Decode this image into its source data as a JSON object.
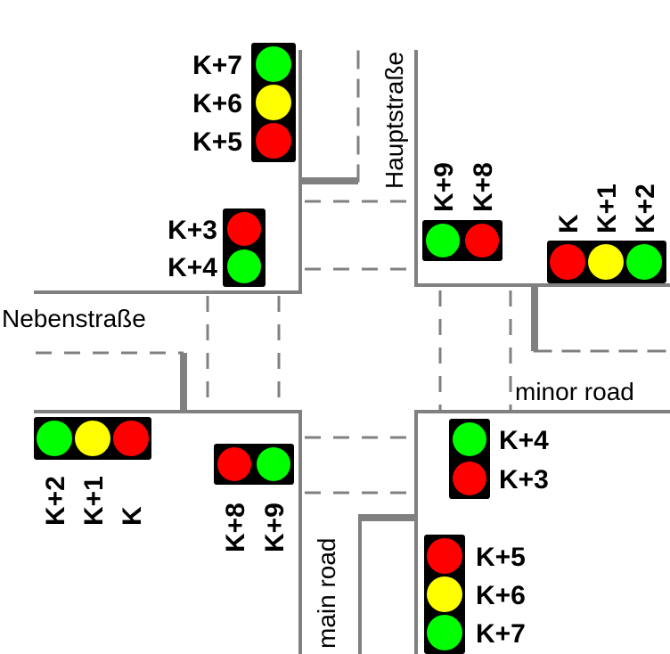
{
  "colors": {
    "red": "#ff0000",
    "yellow": "#ffff00",
    "green": "#00ff00",
    "housing": "#000000",
    "road": "#808080"
  },
  "streets": {
    "hauptstrasse": "Hauptstraße",
    "nebenstrasse": "Nebenstraße",
    "minor_road": "minor road",
    "main_road": "main road"
  },
  "signals": {
    "north_main": {
      "lamps": [
        "green",
        "yellow",
        "red"
      ],
      "labels": [
        "K+7",
        "K+6",
        "K+5"
      ]
    },
    "north_ped": {
      "lamps": [
        "red",
        "green"
      ],
      "labels": [
        "K+3",
        "K+4"
      ]
    },
    "north_ped_right": {
      "lamps": [
        "green",
        "red"
      ],
      "labels": [
        "K+9",
        "K+8"
      ]
    },
    "east_main": {
      "lamps": [
        "red",
        "yellow",
        "green"
      ],
      "labels": [
        "K",
        "K+1",
        "K+2"
      ]
    },
    "west_main": {
      "lamps": [
        "green",
        "yellow",
        "red"
      ],
      "labels": [
        "K+2",
        "K+1",
        "K"
      ]
    },
    "south_ped_left": {
      "lamps": [
        "red",
        "green"
      ],
      "labels": [
        "K+8",
        "K+9"
      ]
    },
    "south_ped": {
      "lamps": [
        "green",
        "red"
      ],
      "labels": [
        "K+4",
        "K+3"
      ]
    },
    "south_main": {
      "lamps": [
        "red",
        "yellow",
        "green"
      ],
      "labels": [
        "K+5",
        "K+6",
        "K+7"
      ]
    }
  }
}
